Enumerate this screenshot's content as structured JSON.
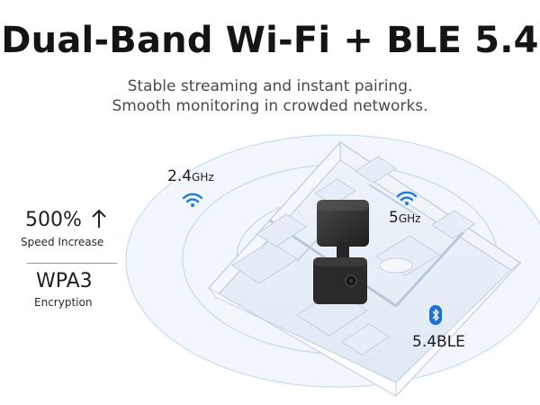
{
  "headline": "Dual-Band Wi-Fi + BLE 5.4",
  "subtitle_line1": "Stable streaming and instant pairing.",
  "subtitle_line2": "Smooth monitoring in crowded networks.",
  "stats": [
    {
      "value": "500%",
      "label": "Speed Increase",
      "icon": "arrow-up-icon"
    },
    {
      "value": "WPA3",
      "label": "Encryption"
    }
  ],
  "band_labels": {
    "band_24_value": "2.4",
    "band_24_unit": "GHz",
    "band_5_value": "5",
    "band_5_unit": "GHz",
    "ble": "5.4BLE"
  },
  "icons": {
    "wifi": "wifi-icon",
    "bluetooth": "bluetooth-icon"
  },
  "colors": {
    "wifi_blue": "#1f7ae0",
    "bluetooth_blue": "#1c6fd6",
    "glow": "#bcd7f3",
    "camera": "#2b2b2b"
  }
}
